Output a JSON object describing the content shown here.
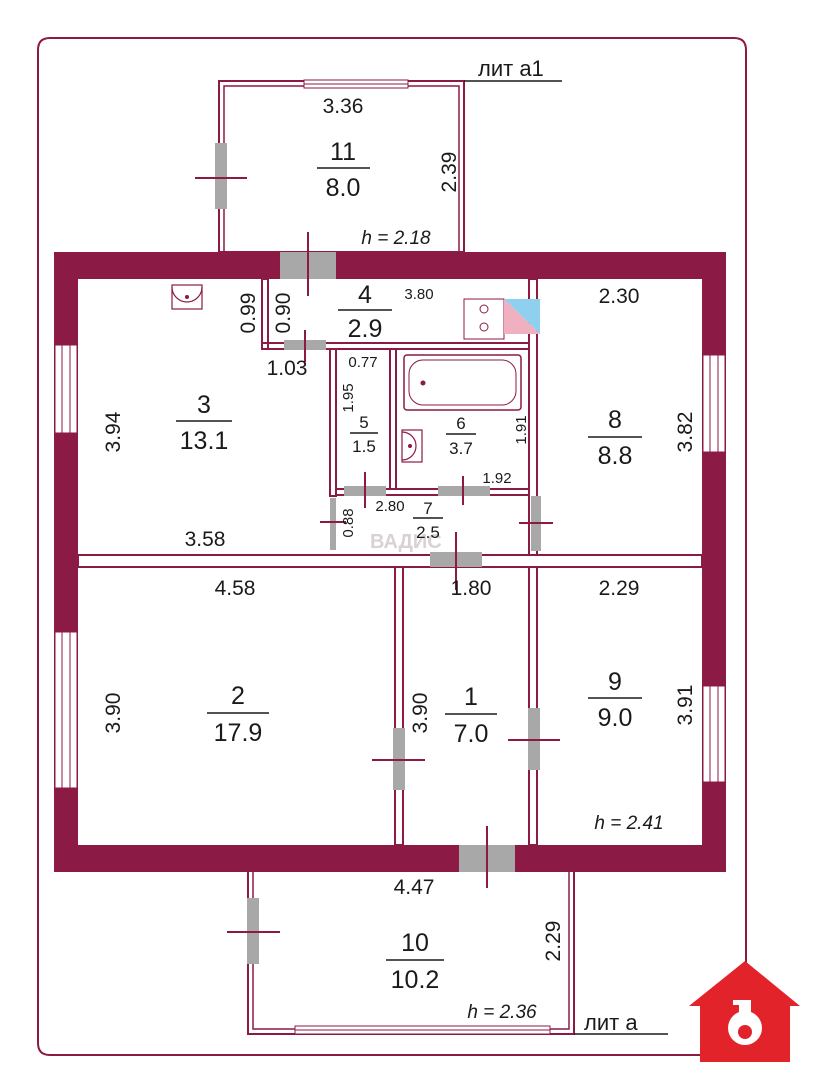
{
  "colors": {
    "wall": "#8b1a45",
    "partition": "#8b1a45",
    "door": "#a8a8a8",
    "logo": "#e3232a",
    "frame": "#8b1a45"
  },
  "labels": {
    "lit_a1": "лит а1",
    "lit_a": "лит а"
  },
  "watermark": "ВАДИС",
  "heights": {
    "h_a1": "h = 2.18",
    "h_main": "h = 2.41",
    "h_a": "h = 2.36"
  },
  "rooms": {
    "r1": {
      "num": "1",
      "area": "7.0"
    },
    "r2": {
      "num": "2",
      "area": "17.9"
    },
    "r3": {
      "num": "3",
      "area": "13.1"
    },
    "r4": {
      "num": "4",
      "area": "2.9"
    },
    "r5": {
      "num": "5",
      "area": "1.5"
    },
    "r6": {
      "num": "6",
      "area": "3.7"
    },
    "r7": {
      "num": "7",
      "area": "2.5"
    },
    "r8": {
      "num": "8",
      "area": "8.8"
    },
    "r9": {
      "num": "9",
      "area": "9.0"
    },
    "r10": {
      "num": "10",
      "area": "10.2"
    },
    "r11": {
      "num": "11",
      "area": "8.0"
    }
  },
  "dims": {
    "d336": "3.36",
    "d239": "2.39",
    "d099": "0.99",
    "d090": "0.90",
    "d380": "3.80",
    "d230": "2.30",
    "d103": "1.03",
    "d077": "0.77",
    "d195": "1.95",
    "d394": "3.94",
    "d191": "1.91",
    "d382": "3.82",
    "d192": "1.92",
    "d280": "2.80",
    "d088": "0.88",
    "d358": "3.58",
    "d458": "4.58",
    "d180": "1.80",
    "d229a": "2.29",
    "d390a": "3.90",
    "d390b": "3.90",
    "d391": "3.91",
    "d447": "4.47",
    "d229b": "2.29"
  }
}
